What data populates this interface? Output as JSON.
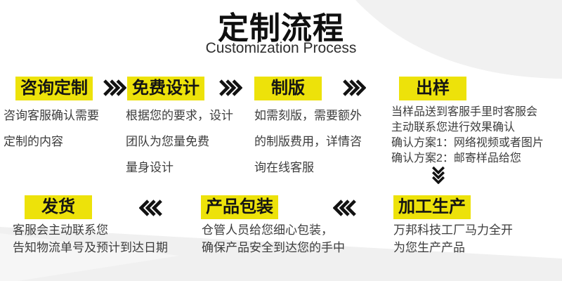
{
  "header": {
    "title": "定制流程",
    "subtitle": "Customization Process"
  },
  "colors": {
    "highlight_yellow": "#ede20a",
    "title_text": "#0f0f0f",
    "body_text": "#3c3c3c",
    "arrow_black": "#121212",
    "bg_shape_gray": "#f1f1f1"
  },
  "icons": {
    "right_arrow": "chevrons-right",
    "left_arrow": "chevrons-left",
    "down_arrow": "chevrons-down"
  },
  "steps": [
    {
      "label": "咨询定制",
      "desc": [
        "咨询客服确认需要",
        "定制的内容"
      ]
    },
    {
      "label": "免费设计",
      "desc": [
        "根据您的要求，设计",
        "团队为您量免费",
        "量身设计"
      ]
    },
    {
      "label": "制版",
      "desc": [
        "如需刻版，需要额外",
        "的制版费用，详情咨",
        "询在线客服"
      ]
    },
    {
      "label": "出样",
      "desc": [
        "当样品送到客服手里时客服会",
        "主动联系您进行效果确认",
        "确认方案1：网络视频或者图片",
        "确认方案2：邮寄样品给您"
      ]
    },
    {
      "label": "加工生产",
      "desc": [
        "万邦科技工厂马力全开",
        "为您生产产品"
      ]
    },
    {
      "label": "产品包装",
      "desc": [
        "仓管人员给您细心包装，",
        "确保产品安全到达您的手中"
      ]
    },
    {
      "label": "发货",
      "desc": [
        "客服会主动联系您",
        "告知物流单号及预计到达日期"
      ]
    }
  ]
}
